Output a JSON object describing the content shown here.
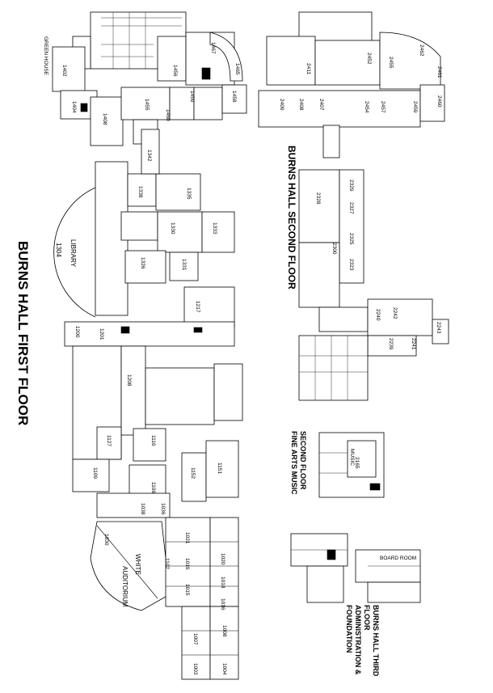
{
  "titles": {
    "first_floor": "BURNS HALL  FIRST FLOOR",
    "second_floor": "BURNS HALL  SECOND FLOOR",
    "second_floor_fine_arts": "SECOND FLOOR FINE ARTS MUSIC",
    "third_floor": "BURNS HALL THIRD FLOOR ADMINISTRATION & FOUNDATION"
  },
  "labels": {
    "library": "LIBRARY",
    "library_room": "1304",
    "auditorium": "AUDITORIUM",
    "white": "WHITE",
    "greenhouse": "GREEN HOUSE",
    "music": "MUSIC"
  },
  "rooms_first": [
    "1456",
    "1404",
    "1408",
    "1402",
    "1455",
    "1459",
    "1460",
    "1458",
    "1465",
    "1467",
    "1342",
    "1338",
    "1335",
    "1333",
    "1330",
    "1326",
    "1331",
    "1217",
    "1200",
    "1201",
    "1208",
    "1116",
    "1127",
    "1151",
    "1152",
    "1109",
    "1106",
    "1102",
    "1021",
    "1020",
    "1019",
    "1018",
    "1015",
    "1016",
    "1008",
    "1007",
    "1004",
    "1003",
    "1030",
    "1038",
    "1036"
  ],
  "rooms_second": [
    "2462",
    "2461",
    "2460",
    "2452",
    "2455",
    "2454",
    "2457",
    "2459",
    "2411",
    "2409",
    "2408",
    "2407",
    "2328",
    "2327",
    "2329",
    "2325",
    "2323",
    "2300",
    "2242",
    "2240",
    "2243",
    "2241",
    "2239",
    "2165"
  ],
  "rooms_third": [
    "BOARD ROOM"
  ]
}
